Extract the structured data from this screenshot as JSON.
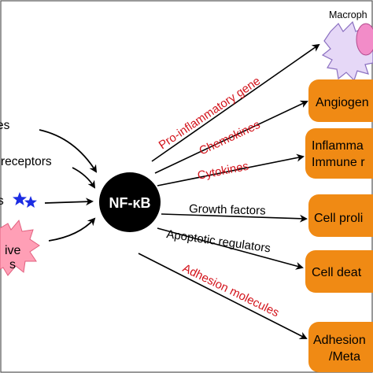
{
  "center": {
    "label": "NF-κB"
  },
  "inputs": {
    "item1": "es",
    "item2": "receptors",
    "item3": "s",
    "item4": "ive",
    "item4b": "s"
  },
  "macrophage": {
    "label": "Macroph"
  },
  "outputs": {
    "angiogenesis": "Angiogen",
    "inflammation_line1": "Inflamma",
    "inflammation_line2": "Immune r",
    "proliferation": "Cell proli",
    "death": "Cell deat",
    "adhesion_line1": "Adhesion",
    "adhesion_line2": "/Meta"
  },
  "mediators": {
    "proinflammatory": "Pro-inflammatory gene",
    "chemokines": "Chemokines",
    "cytokines": "Cytokines",
    "growth_factors": "Growth factors",
    "apoptotic": "Apoptotic regulators",
    "adhesion_molecules": "Adhesion molecules"
  },
  "colors": {
    "orange": "#f08a14",
    "red_label": "#d3131b",
    "black": "#000000",
    "macrophage_fill": "#e6d8f7",
    "macrophage_nucleus": "#f28cc8",
    "burst_fill": "#ff9fb6",
    "star": "#1b2ce3"
  }
}
